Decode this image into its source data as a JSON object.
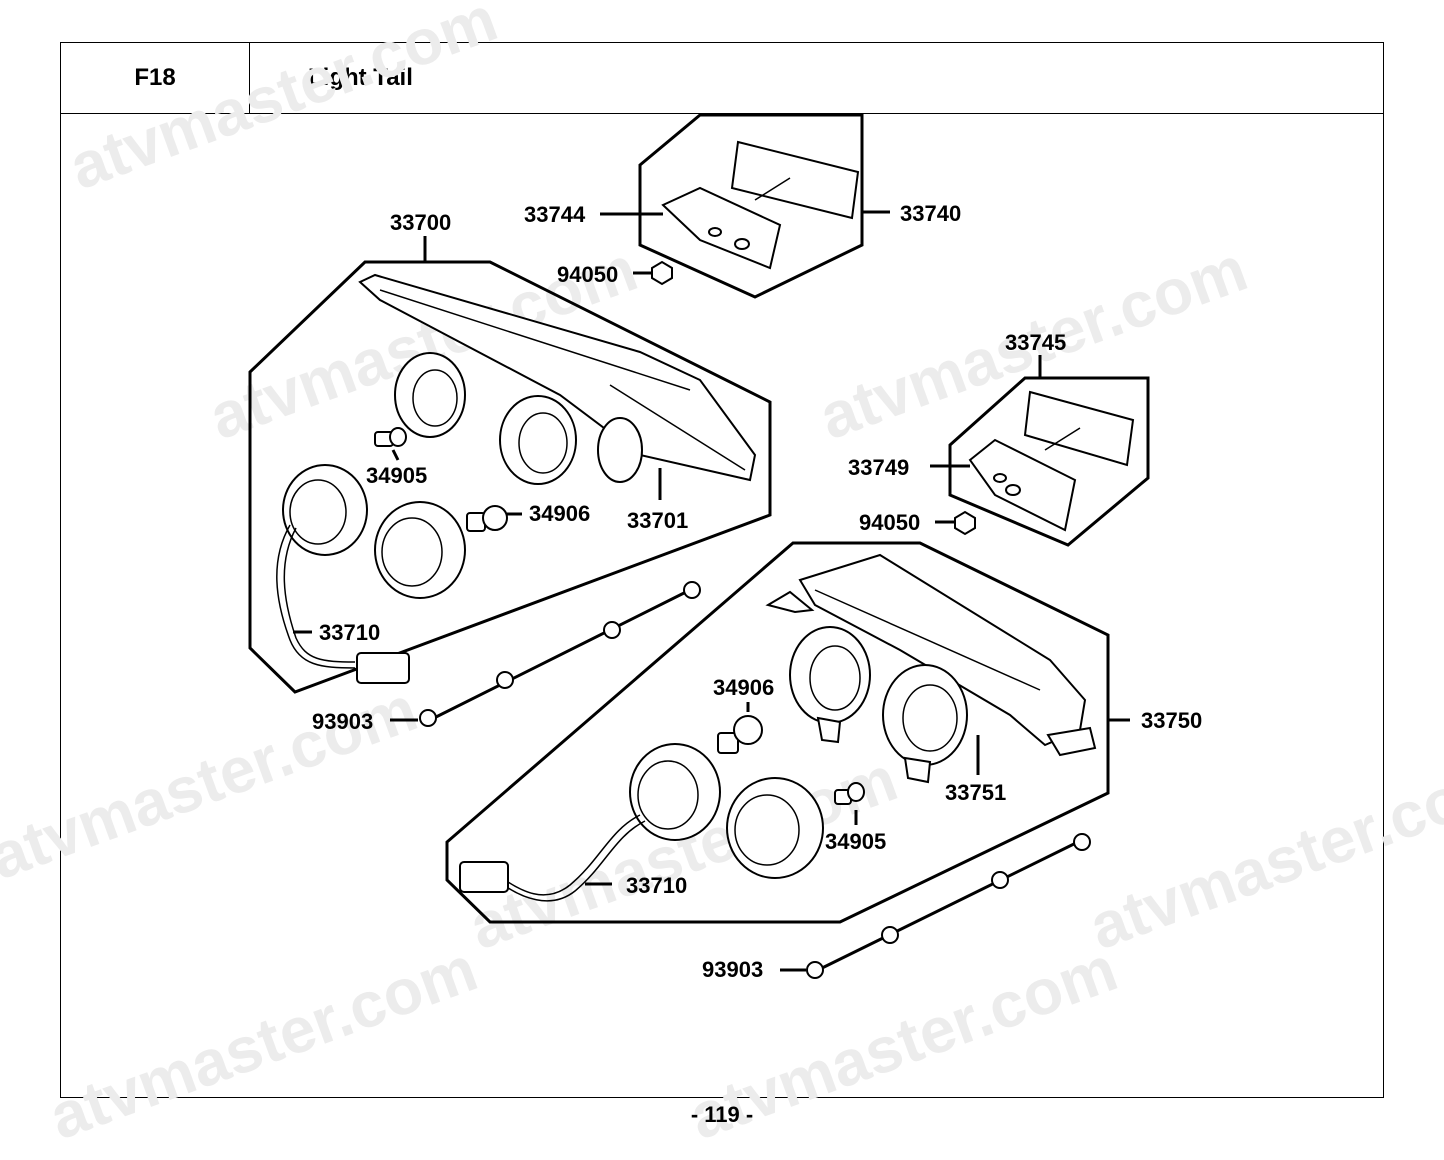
{
  "header": {
    "section_code": "F18",
    "title": "Light Tail"
  },
  "footer": {
    "page_number": "- 119 -"
  },
  "watermark": {
    "text": "atvmaster.com",
    "color": "#ececec"
  },
  "parts": {
    "p33700": "33700",
    "p33744": "33744",
    "p33740": "33740",
    "p94050_top": "94050",
    "p34905_left": "34905",
    "p34906_left": "34906",
    "p33701": "33701",
    "p33710_left": "33710",
    "p93903_left": "93903",
    "p33745": "33745",
    "p33749": "33749",
    "p94050_right": "94050",
    "p34906_right": "34906",
    "p33750": "33750",
    "p33751": "33751",
    "p34905_right": "34905",
    "p33710_right": "33710",
    "p93903_right": "93903"
  }
}
